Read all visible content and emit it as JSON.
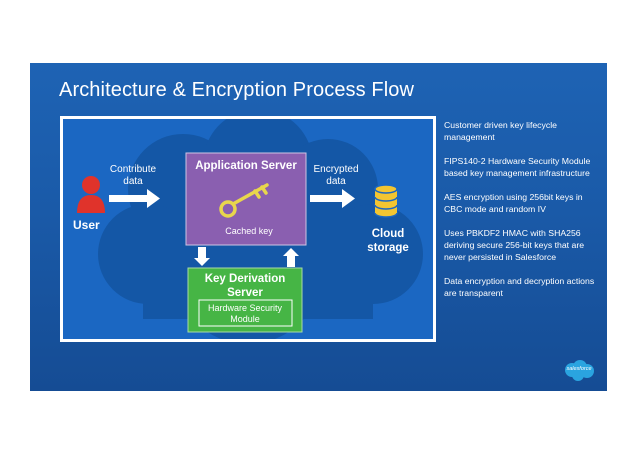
{
  "slide": {
    "title": "Architecture & Encryption Process Flow",
    "bullets": [
      "Customer driven key lifecycle management",
      "FIPS140-2 Hardware Security Module based key management infrastructure",
      "AES encryption using 256bit keys in CBC mode and random IV",
      "Uses PBKDF2 HMAC with SHA256 deriving secure 256-bit keys that are never persisted in Salesforce",
      "Data encryption and decryption actions are transparent"
    ],
    "logo_text": "salesforce"
  },
  "diagram": {
    "user_label": "User",
    "contribute_label_1": "Contribute",
    "contribute_label_2": "data",
    "app_server_label": "Application Server",
    "cached_key_label": "Cached key",
    "encrypted_label_1": "Encrypted",
    "encrypted_label_2": "data",
    "cloud_storage_label_1": "Cloud",
    "cloud_storage_label_2": "storage",
    "kds_label_1": "Key Derivation",
    "kds_label_2": "Server",
    "hsm_label_1": "Hardware Security",
    "hsm_label_2": "Module"
  },
  "colors": {
    "slide_bg": "#1a5aa8",
    "user_icon": "#e0332b",
    "app_server_box": "#8a5fb0",
    "kds_box": "#46b545",
    "key_icon": "#e8d64c",
    "storage_icon": "#f2c531"
  },
  "icons": [
    "user-icon",
    "key-icon",
    "database-icon",
    "salesforce-cloud-logo"
  ]
}
